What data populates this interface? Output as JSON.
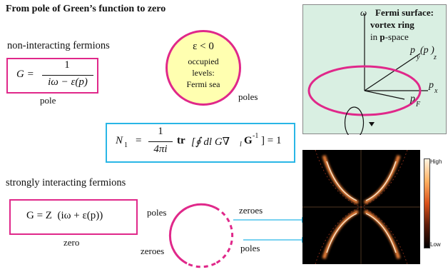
{
  "title": "From pole of Green’s function to zero",
  "section1": {
    "label": "non-interacting fermions",
    "formula_lhs": "G =",
    "formula_num": "1",
    "formula_den": "iω − ε(p)",
    "caption": "pole"
  },
  "fermi_sea": {
    "line1": "ε < 0",
    "line2": "occupied",
    "line3": "levels:",
    "line4": "Fermi sea",
    "outside_label": "poles"
  },
  "invariant": {
    "lhs": "N",
    "lhs_sub": "1",
    "eq": "=",
    "coef_num": "1",
    "coef_den": "4πi",
    "op": "tr",
    "integral": "[∮ dl G∇",
    "integral_sub": "l",
    "integral_rest": "G",
    "inv_sup": "-1",
    "rhs": "] = 1"
  },
  "section2": {
    "label": "strongly interacting fermions",
    "formula": "G = Z  (iω + ε(p))",
    "caption": "zero",
    "ring_labels": {
      "top_left": "poles",
      "top_right": "zeroes",
      "bottom_left": "zeroes",
      "bottom_right": "poles"
    }
  },
  "vortex": {
    "axis_omega": "ω",
    "title_line1": "Fermi surface:",
    "title_line2": "vortex ring",
    "title_line3_pre": "in ",
    "title_line3_bold": "p",
    "title_line3_post": "-space",
    "py_pz": "p  (p )",
    "py_sub": "y",
    "pz_sub": "z",
    "px": "p",
    "px_sub": "x",
    "pf": "p",
    "pf_sub": "F"
  },
  "heatmap": {
    "scale_high": "High",
    "scale_low": "Low"
  },
  "colors": {
    "magenta": "#e0288a",
    "cyan": "#29b6e6",
    "fermi_fill": "#ffffb0",
    "panel_bg": "#d9efe2"
  }
}
